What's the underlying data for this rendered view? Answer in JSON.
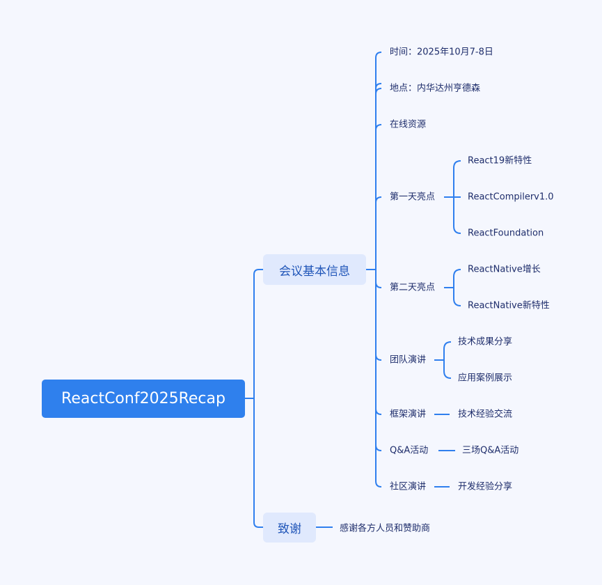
{
  "root": {
    "label": "ReactConf2025Recap"
  },
  "colors": {
    "line": "#2f7fee",
    "root_bg": "#2f80ed",
    "branch_bg": "#e0e9fd",
    "background": "#f5f7fe"
  },
  "branches": [
    {
      "label": "会议基本信息",
      "children": [
        {
          "label": "时间：2025年10月7-8日"
        },
        {
          "label": "地点：内华达州亨德森"
        },
        {
          "label": "在线资源"
        },
        {
          "label": "第一天亮点",
          "children": [
            {
              "label": "React19新特性"
            },
            {
              "label": "ReactCompilerv1.0"
            },
            {
              "label": "ReactFoundation"
            }
          ]
        },
        {
          "label": "第二天亮点",
          "children": [
            {
              "label": "ReactNative增长"
            },
            {
              "label": "ReactNative新特性"
            }
          ]
        },
        {
          "label": "团队演讲",
          "children": [
            {
              "label": "技术成果分享"
            },
            {
              "label": "应用案例展示"
            }
          ]
        },
        {
          "label": "框架演讲",
          "children": [
            {
              "label": "技术经验交流"
            }
          ]
        },
        {
          "label": "Q&A活动",
          "children": [
            {
              "label": "三场Q&A活动"
            }
          ]
        },
        {
          "label": "社区演讲",
          "children": [
            {
              "label": "开发经验分享"
            }
          ]
        }
      ]
    },
    {
      "label": "致谢",
      "children": [
        {
          "label": "感谢各方人员和赞助商"
        }
      ]
    }
  ]
}
